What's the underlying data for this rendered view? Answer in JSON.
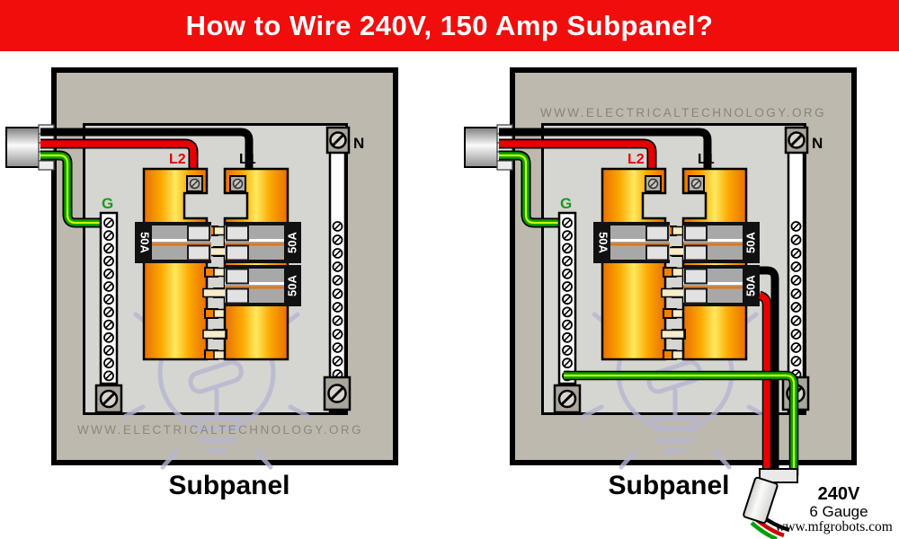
{
  "header": {
    "title": "How to Wire 240V, 150 Amp Subpanel?"
  },
  "panels": [
    {
      "caption": "Subpanel",
      "watermark": "WWW.ELECTRICALTECHNOLOGY.ORG",
      "watermark_position": "bottom",
      "labels": {
        "line2": "L2",
        "line1": "L1",
        "neutral": "N",
        "ground": "G"
      },
      "breakers": [
        {
          "rating": "50A"
        },
        {
          "rating": "50A"
        },
        {
          "rating": "50A"
        }
      ]
    },
    {
      "caption": "Subpanel",
      "watermark": "WWW.ELECTRICALTECHNOLOGY.ORG",
      "watermark_position": "top",
      "labels": {
        "line2": "L2",
        "line1": "L1",
        "neutral": "N",
        "ground": "G"
      },
      "breakers": [
        {
          "rating": "50A"
        },
        {
          "rating": "50A"
        },
        {
          "rating": "50A"
        }
      ],
      "output_cable": {
        "voltage": "240V",
        "gauge": "6 Gauge"
      }
    }
  ],
  "credit": "www.mfgrobots.com",
  "colors": {
    "header_bg": "#f20d0d",
    "header_fg": "#ffffff",
    "panel_outer": "#beb9af",
    "panel_inner": "#d5d5d1",
    "busbar_edge": "#e96f00",
    "busbar_center": "#ffe95e",
    "breaker_body": "#a8a8a8",
    "wire_black": "#000000",
    "wire_red": "#e60000",
    "wire_green": "#00a000",
    "wire_green_stripe": "#ccff00",
    "watermark_text": "#8b887e",
    "bulb_watermark": "#b6b6d2"
  }
}
